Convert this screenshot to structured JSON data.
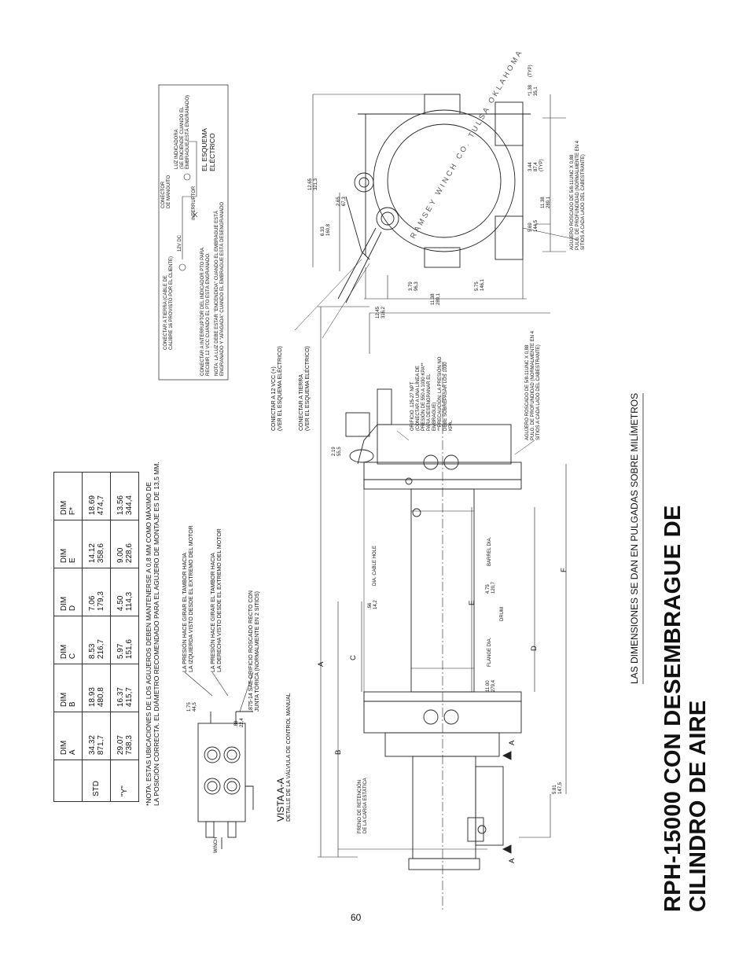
{
  "title": {
    "line1": "RPH-15000 CON DESEMBRAGUE DE",
    "line2": "CILINDRO DE AIRE"
  },
  "units_note": "LAS DIMENSIONES SE DAN EN PULGADAS SOBRE MILÍMETROS",
  "page_number": "60",
  "dim_table": {
    "headers": [
      "",
      "DIM\nA",
      "DIM\nB",
      "DIM\nC",
      "DIM\nD",
      "DIM\nE",
      "DIM\nF*"
    ],
    "rows": [
      {
        "label": "STD",
        "cells": [
          "34.32\n871,7",
          "18.93\n480,8",
          "8.53\n216,7",
          "7.06\n179,3",
          "14.12\n358,6",
          "18.69\n474,7"
        ]
      },
      {
        "label": "\"Y\"",
        "cells": [
          "29.07\n738,3",
          "16.37\n415,7",
          "5.97\n151,6",
          "4.50\n114,3",
          "9.00\n228,6",
          "13.56\n344,4"
        ]
      }
    ]
  },
  "note": {
    "line1": "*NOTA: ESTAS UBICACIONES DE LOS AGUJEROS DEBEN MANTENERSE A 0,8 MM COMO MÁXIMO DE",
    "line2": "LA POSICIÓN CORRECTA. EL DIÁMETRO RECOMENDADO PARA EL AGUJERO DE MONTAJE ES DE 13,5 MM."
  },
  "rotation_notes": {
    "left_1": "LA PRESIÓN HACE GIRAR EL TAMBOR HACIA",
    "left_2": "LA IZQUIERDA VISTO DESDE EL EXTREMO DEL MOTOR",
    "right_1": "LA PRESIÓN HACE GIRAR EL TAMBOR HACIA",
    "right_2": "LA DERECHA VISTO DESDE EL EXTREMO DEL MOTOR"
  },
  "port_note": {
    "line1": ".875-14 SAE ORIFICIO ROSCADO RECTO CON",
    "line2": "JUNTA TÓRICA (NORMALMENTE EN 2 SITIOS)"
  },
  "vista": {
    "title": "VISTA A-A",
    "subtitle": "DETALLE DE LA VÁLVULA DE CONTROL MANUAL"
  },
  "winch_label": "WINCH",
  "dims_small": {
    "d175": "1.75\n44,5",
    "d88": ".88\n22,4",
    "d219": "2.19\n55,5",
    "d1245": "12.45\n316,2",
    "d379": "3.79\n96,3",
    "d1138a": "11.38\n289,1",
    "d575": "5.75\n146,1",
    "d633": "6.33\n160,8",
    "d265": "2.65\n67,3",
    "d1265": "12.65\n321,3",
    "d569": "5.69\n144,5",
    "d1138b": "11.38\n289,1",
    "d344": "3.44\n87,4\n(TYP)",
    "d138": "*1.38\n35,1",
    "d138typ": "(TYP)",
    "d581": "5.81\n147,5",
    "d56": ".56\n14,2",
    "d475": "4.75\n120,7",
    "d1100": "11.00\n279,4"
  },
  "labels": {
    "cable_hole": "DIA. CABLE HOLE",
    "barrel_dia": "BARREL DIA.",
    "flange_dia": "FLANGE DIA.",
    "drum": "DRUM",
    "freno": "FRENO DE RETENCIÓN\nDE LA CARGA ESTÁTICA",
    "conn12": "CONECTAR A 12 VCC (+)\n(VER EL ESQUEMA ELÉCTRICO)",
    "conn_tierra": "CONECTAR A TIERRA\n(VER EL ESQUEMA ELÉCTRICO)",
    "orificio": "ORIFICIO .125-27 NPT\n(CONECTAR A UNA LÍNEA DE\nPRESIÓN DE 550 A 1030 KPA**\nPARA DESENGRANAR EL\nEMBRAGUE)\n**PRECAUCIÓN: LA PRESIÓN NO\nDEBE SOBREPASAR LOS 1030\nKPA.",
    "agujero1": "AGUJERO ROSCADO DE 5/8-11UNC X 0,88\nPULG. DE PROFUNDIDAD (NORMALMENTE EN 4\nSITIOS A CADA LADO DEL CABESTRANTE)",
    "agujero2": "AGUJERO ROSCADO DE 5/8-11UNC X 0,88\nPULG. DE PROFUNDIDAD (NORMALMENTE EN 4\nSITIOS A CADA LADO DEL CABESTRANTE)",
    "dim_letters": {
      "a": "A",
      "b": "B",
      "c": "C",
      "d": "D",
      "e": "E",
      "f": "F"
    },
    "section": "A",
    "emboss": "RAMSEY WINCH CO.   TULSA OKLAHOMA"
  },
  "schematic": {
    "tierra": "CONECTAR A TIERRA (CABLE DE\nCALIBRE 16 PROVISTO POR EL CLIENTE)",
    "vdc": "12V DC",
    "conector": "CONECTOR\nDE MANGUITO",
    "interruptor": "INTERRUPTOR",
    "luz": "LUZ INDICADORA\n(SE ENCIENDE CUANDO EL\nEMBRAGUE ESTÁ ENGRANADO)",
    "esquema": "EL ESQUEMA\nELÉCTRICO",
    "conectar_int": "CONECTAR A INTERRUPTOR DEL INDICADOR PTO PARA\nRECIBIR 12 VCC CUANDO EL PTO ESTÁ ENGRANADO.",
    "nota_luz": "NOTA: LA LUZ DEBE ESTAR \"ENCENDIDA\" CUANDO EL EMBRAGUE ESTÁ\nENGRANADO Y \"APAGADA\" CUANDO EL EMBRAGUE ESTÁ DESENGRANADO"
  }
}
